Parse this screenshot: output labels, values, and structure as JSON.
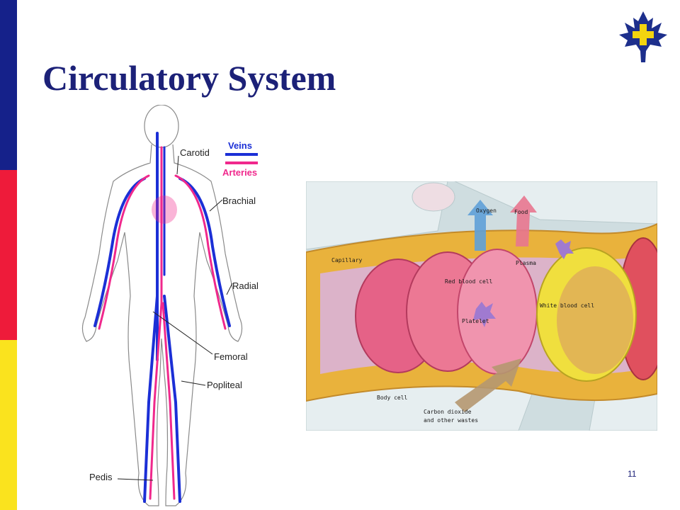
{
  "slide": {
    "title": "Circulatory System",
    "page_number": "11"
  },
  "colors": {
    "bar_blue": "#15218a",
    "bar_red": "#ee1b3a",
    "bar_yellow": "#fae31e",
    "title": "#1c2178",
    "logo_blue": "#1d2f8c",
    "logo_yellow": "#f3d40f",
    "vein": "#1b2fd6",
    "artery": "#f0288c",
    "page_number": "#1c2178"
  },
  "body_diagram": {
    "legend": {
      "veins": "Veins",
      "arteries": "Arteries"
    },
    "labels": {
      "carotid": "Carotid",
      "brachial": "Brachial",
      "radial": "Radial",
      "femoral": "Femoral",
      "popliteal": "Popliteal",
      "pedis": "Pedis"
    }
  },
  "capillary_diagram": {
    "labels": {
      "oxygen": "Oxygen",
      "food": "Food",
      "capillary": "Capillary",
      "plasma": "Plasma",
      "red_blood_cell": "Red blood cell",
      "white_blood_cell": "White blood cell",
      "platelet": "Platelet",
      "body_cell": "Body cell",
      "carbon_dioxide": "Carbon dioxide",
      "other_wastes": "and other wastes"
    }
  }
}
